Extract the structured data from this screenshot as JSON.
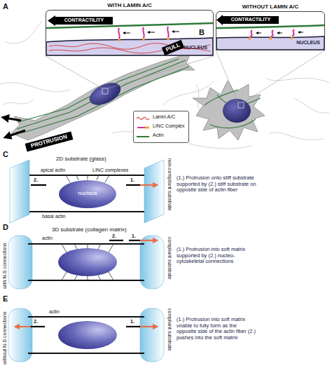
{
  "diagram": {
    "nodes": [
      {
        "text": [
          "WITH LAMIN A/C"
        ]
      },
      {
        "text": [
          "CONTRACTILITY"
        ],
        "in": 0
      },
      {
        "text": [
          "NUCLEUS"
        ],
        "in": 0
      },
      {
        "text": [
          "WITHOUT LAMIN A/C"
        ]
      },
      {
        "text": [
          "CONTRACTILITY"
        ],
        "in": 3
      },
      {
        "text": [
          "NUCLEUS"
        ],
        "in": 3
      },
      {
        "text": [
          "PULL"
        ]
      },
      {
        "text": [
          "PROTRUSION"
        ]
      },
      {
        "text": [
          "nucleus"
        ]
      }
    ],
    "labels": [
      "A",
      "B",
      "C",
      "2D substrate (glass)",
      "apical actin",
      "LINC complexes",
      "2.",
      "1.",
      "basal actin",
      "non-compliant substrate",
      "(1.) Protrusion onto stiff substrate supported by (2.) stiff substrate on opposite side of actin fiber",
      "D",
      "3D substrate (collagen matrix)",
      "with N-S connections",
      "actin",
      "2.",
      "1.",
      "compliant substrate",
      "(1.) Protrusion into soft matrix supported by (2.) nucleo-cytoskeletal connections",
      "E",
      "without N-S connections",
      "actin",
      "2.",
      "1.",
      "compliant substrate",
      "(1.) Protrusion into soft matrix unable to fully form as the opposite side of the actin fiber (2.) pushes into the soft matrix"
    ],
    "legend": [
      {
        "text": "Lamin A/C"
      },
      {
        "text": "LINC Complex"
      },
      {
        "text": "Actin"
      }
    ]
  }
}
